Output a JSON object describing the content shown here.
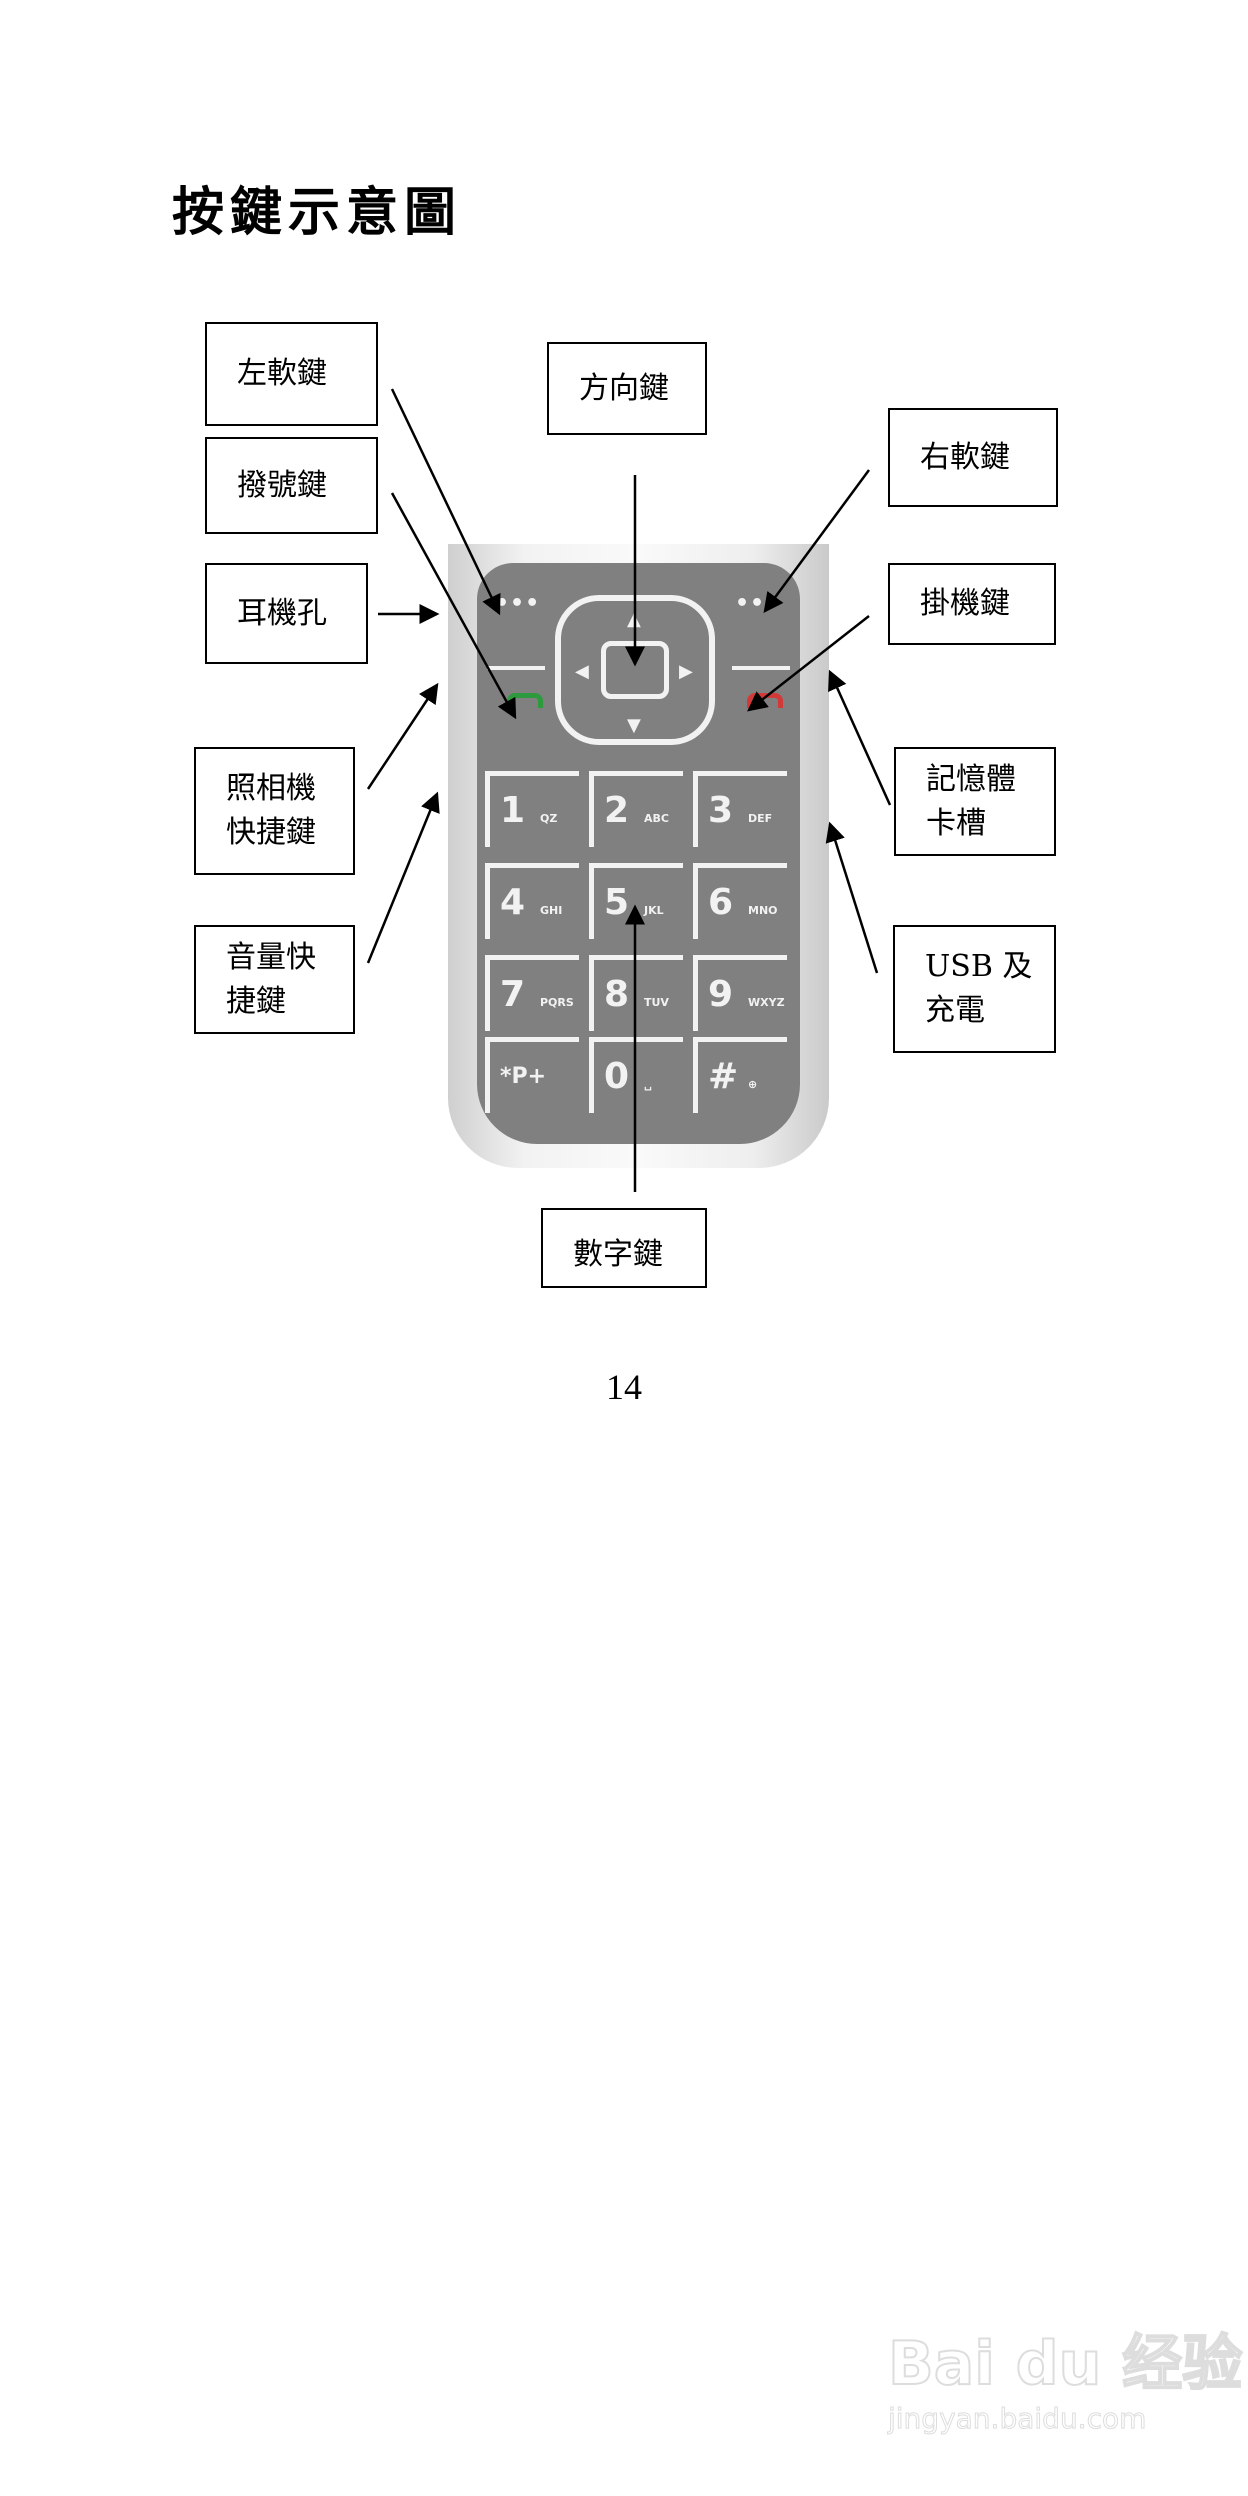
{
  "title": "按鍵示意圖",
  "labels": {
    "left_soft_key": "左軟鍵",
    "nav_key": "方向鍵",
    "right_soft_key": "右軟鍵",
    "dial_key": "撥號鍵",
    "earphone_jack": "耳機孔",
    "end_key": "掛機鍵",
    "camera_shortcut": [
      "照相機",
      "快捷鍵"
    ],
    "memory_card_slot": [
      "記憶體",
      "卡槽"
    ],
    "volume_shortcut": [
      "音量快",
      "捷鍵"
    ],
    "usb_charging": [
      "USB 及",
      "充電"
    ],
    "number_keys": "數字鍵"
  },
  "keypad": {
    "soft_dots": "•••",
    "nav_arrows": {
      "up": "▲",
      "down": "▼",
      "left": "◀",
      "right": "▶"
    },
    "call_color": "#2e9a3e",
    "end_color": "#d23a3a",
    "keys": [
      {
        "digit": "1",
        "letters": "QZ"
      },
      {
        "digit": "2",
        "letters": "ABC"
      },
      {
        "digit": "3",
        "letters": "DEF"
      },
      {
        "digit": "4",
        "letters": "GHI"
      },
      {
        "digit": "5",
        "letters": "JKL"
      },
      {
        "digit": "6",
        "letters": "MNO"
      },
      {
        "digit": "7",
        "letters": "PQRS"
      },
      {
        "digit": "8",
        "letters": "TUV"
      },
      {
        "digit": "9",
        "letters": "WXYZ"
      },
      {
        "digit": "*P+",
        "letters": ""
      },
      {
        "digit": "0",
        "letters": "␣"
      },
      {
        "digit": "#",
        "letters": "⊕"
      }
    ]
  },
  "page_number": "14",
  "watermark": {
    "logo": "Bai du 经验",
    "url": "jingyan.baidu.com"
  }
}
